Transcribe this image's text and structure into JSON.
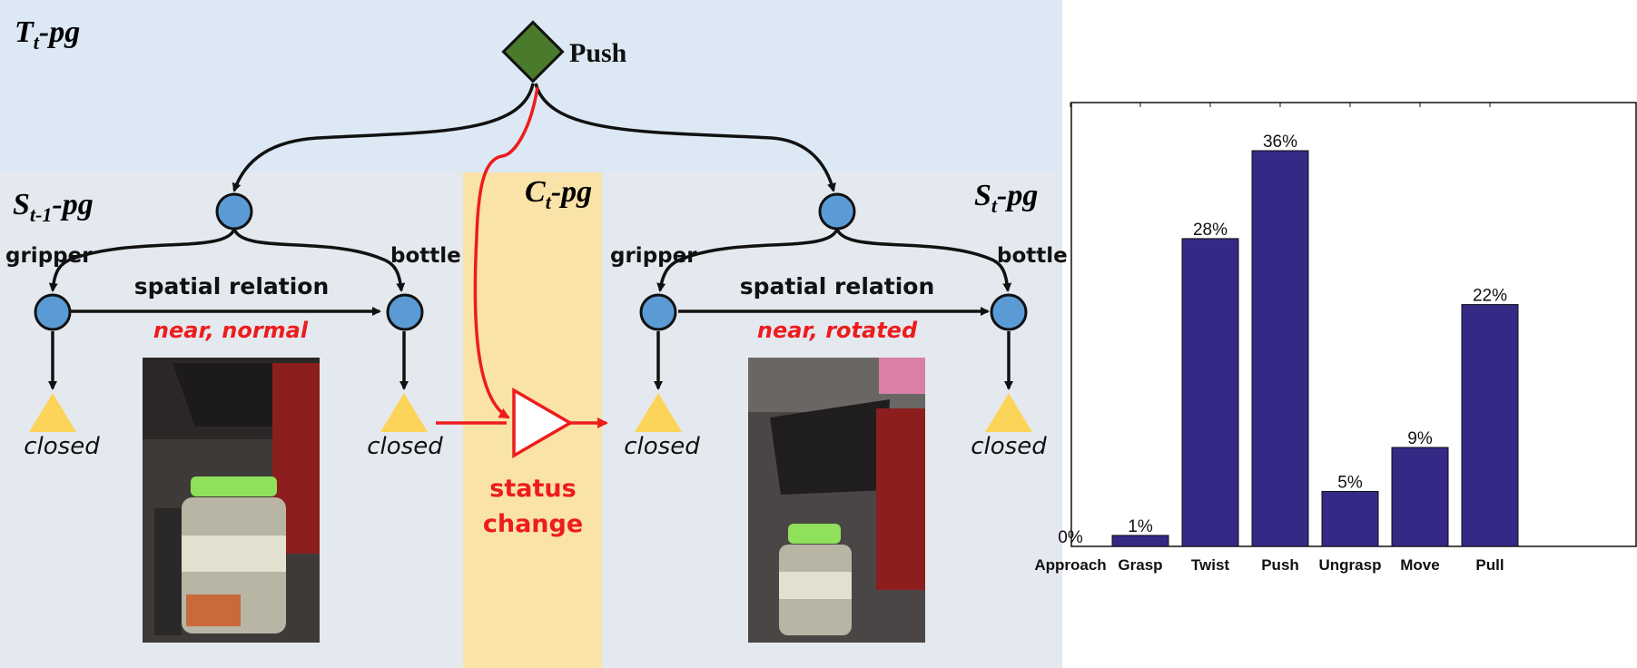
{
  "diagram": {
    "top_graph_label": "T",
    "top_graph_sub": "t",
    "top_graph_suffix": "-pg",
    "prev_state_label": "S",
    "prev_state_sub": "t-1",
    "prev_state_suffix": "-pg",
    "change_label": "C",
    "change_sub": "t",
    "change_suffix": "-pg",
    "cur_state_label": "S",
    "cur_state_sub": "t",
    "cur_state_suffix": "-pg",
    "action_node": "Push",
    "left": {
      "gripper": "gripper",
      "bottle": "bottle",
      "relation": "spatial relation",
      "relation_value": "near, normal",
      "gripper_status": "closed",
      "bottle_status": "closed"
    },
    "right": {
      "gripper": "gripper",
      "bottle": "bottle",
      "relation": "spatial relation",
      "relation_value": "near, rotated",
      "gripper_status": "closed",
      "bottle_status": "closed"
    },
    "status_change_line1": "status",
    "status_change_line2": "change",
    "colors": {
      "top_band": "#dce8f4",
      "state_band": "#e4e9f0",
      "change_band": "#f9e3a8",
      "node_fill": "#5b9bd5",
      "action_fill": "#4a7a2c",
      "leaf_fill": "#fcd45a",
      "accent_red": "#ee1c1c"
    }
  },
  "chart_data": {
    "type": "bar",
    "categories": [
      "Approach",
      "Grasp",
      "Twist",
      "Push",
      "Ungrasp",
      "Move",
      "Pull"
    ],
    "values": [
      0,
      1,
      28,
      36,
      5,
      9,
      22
    ],
    "data_labels": [
      "0%",
      "1%",
      "28%",
      "36%",
      "5%",
      "9%",
      "22%"
    ],
    "ylim": [
      0,
      38
    ],
    "color": "#342985"
  }
}
